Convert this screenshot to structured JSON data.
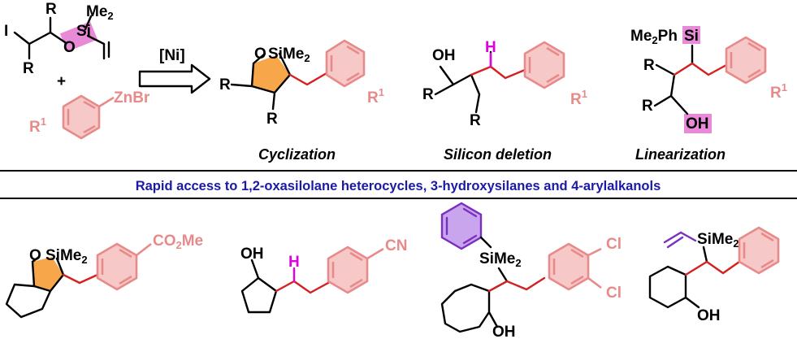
{
  "reaction": {
    "reagent_top_r1": "R",
    "reagent_top_r2": "R",
    "reagent_iodo": "I",
    "reagent_me2": "Me",
    "reagent_me2_sub": "2",
    "reagent_o": "O",
    "reagent_si": "Si",
    "plus": "+",
    "zinc_reagent": "ZnBr",
    "aryl_r1": "R",
    "aryl_r1_sup": "1",
    "catalyst": "[Ni]"
  },
  "products": {
    "cyclization": {
      "caption": "Cyclization",
      "o": "O",
      "simex": "SiMe",
      "simex_sub": "2",
      "r_left": "R",
      "r_bottom": "R",
      "r1": "R",
      "r1_sup": "1"
    },
    "silicon_deletion": {
      "caption": "Silicon deletion",
      "oh": "OH",
      "h": "H",
      "r_left": "R",
      "r_bottom": "R",
      "r1": "R",
      "r1_sup": "1"
    },
    "linearization": {
      "caption": "Linearization",
      "si_group": "Me",
      "si_group_sub": "2",
      "si_group_ph": "Ph",
      "si": "Si",
      "r_top": "R",
      "r_bottom": "R",
      "oh": "OH",
      "r1": "R",
      "r1_sup": "1"
    }
  },
  "banner": "Rapid access to 1,2-oxasilolane heterocycles, 3-hydroxysilanes and 4-arylalkanols",
  "examples": {
    "ex1": {
      "o": "O",
      "simex": "SiMe",
      "sub": "2",
      "ester": "CO",
      "ester_sub": "2",
      "ester_me": "Me"
    },
    "ex2": {
      "oh": "OH",
      "h": "H",
      "cn": "CN"
    },
    "ex3": {
      "simex": "SiMe",
      "sub": "2",
      "cl1": "Cl",
      "cl2": "Cl",
      "oh": "OH"
    },
    "ex4": {
      "simex": "SiMe",
      "sub": "2",
      "oh": "OH"
    }
  },
  "colors": {
    "aryl": "#e88a8a",
    "new_bond": "#d42020",
    "silicon_highlight": "#e000e0",
    "banner_text": "#1a1aa6",
    "phenyl_violet": "#b48be0",
    "ring_orange": "#f7a64a"
  }
}
